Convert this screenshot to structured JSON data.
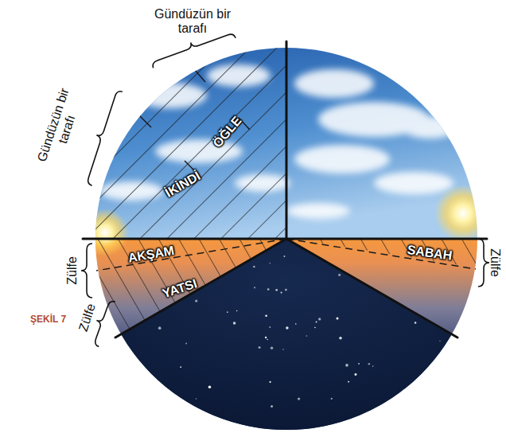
{
  "diagram": {
    "caption": "ŞEKİL 7",
    "labels": [
      "Gündüzün bir tarafı",
      "Gündüzün bir tarafı",
      "ÖĞLE",
      "İKİNDİ",
      "AKŞAM",
      "YATSI",
      "SABAH",
      "Zülfe",
      "Zülfe",
      "Zülfe"
    ]
  }
}
